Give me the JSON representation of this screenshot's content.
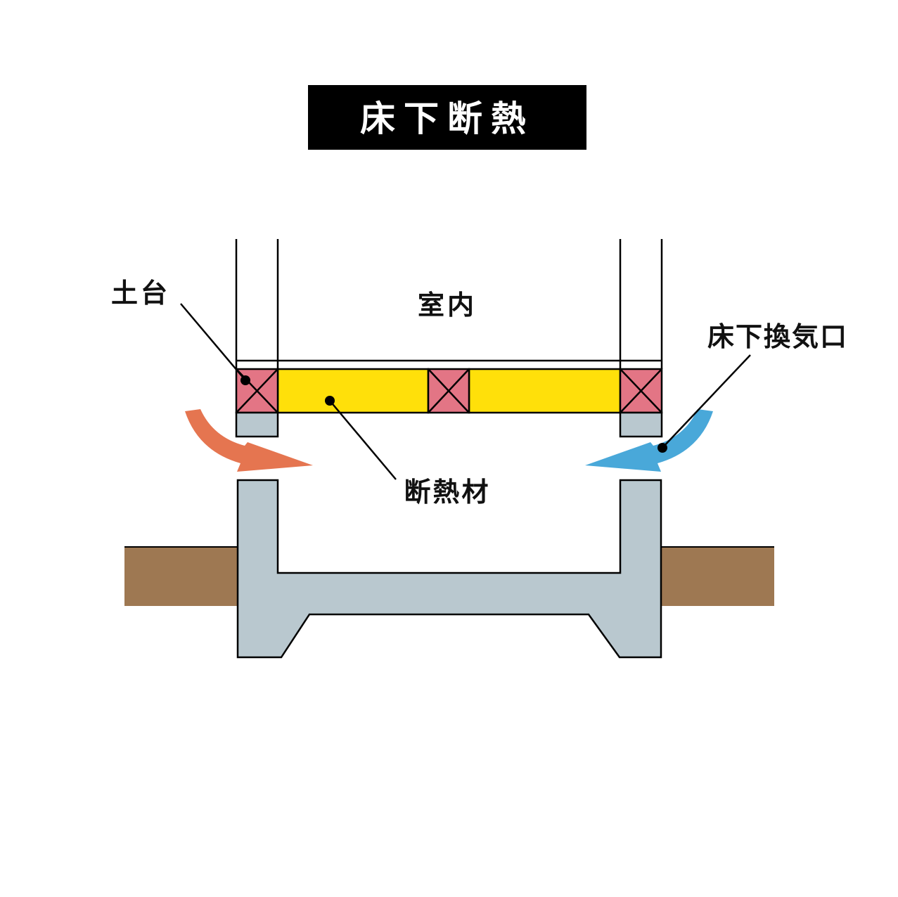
{
  "title": "床下断熱",
  "labels": {
    "sill": "土台",
    "indoor": "室内",
    "vent": "床下換気口",
    "insulation": "断熱材"
  },
  "colors": {
    "sill": "#e37585",
    "insulation": "#ffe00a",
    "concrete": "#b9c8cf",
    "soil": "#9e7852",
    "air_in": "#e57550",
    "air_out": "#49a8d9"
  }
}
